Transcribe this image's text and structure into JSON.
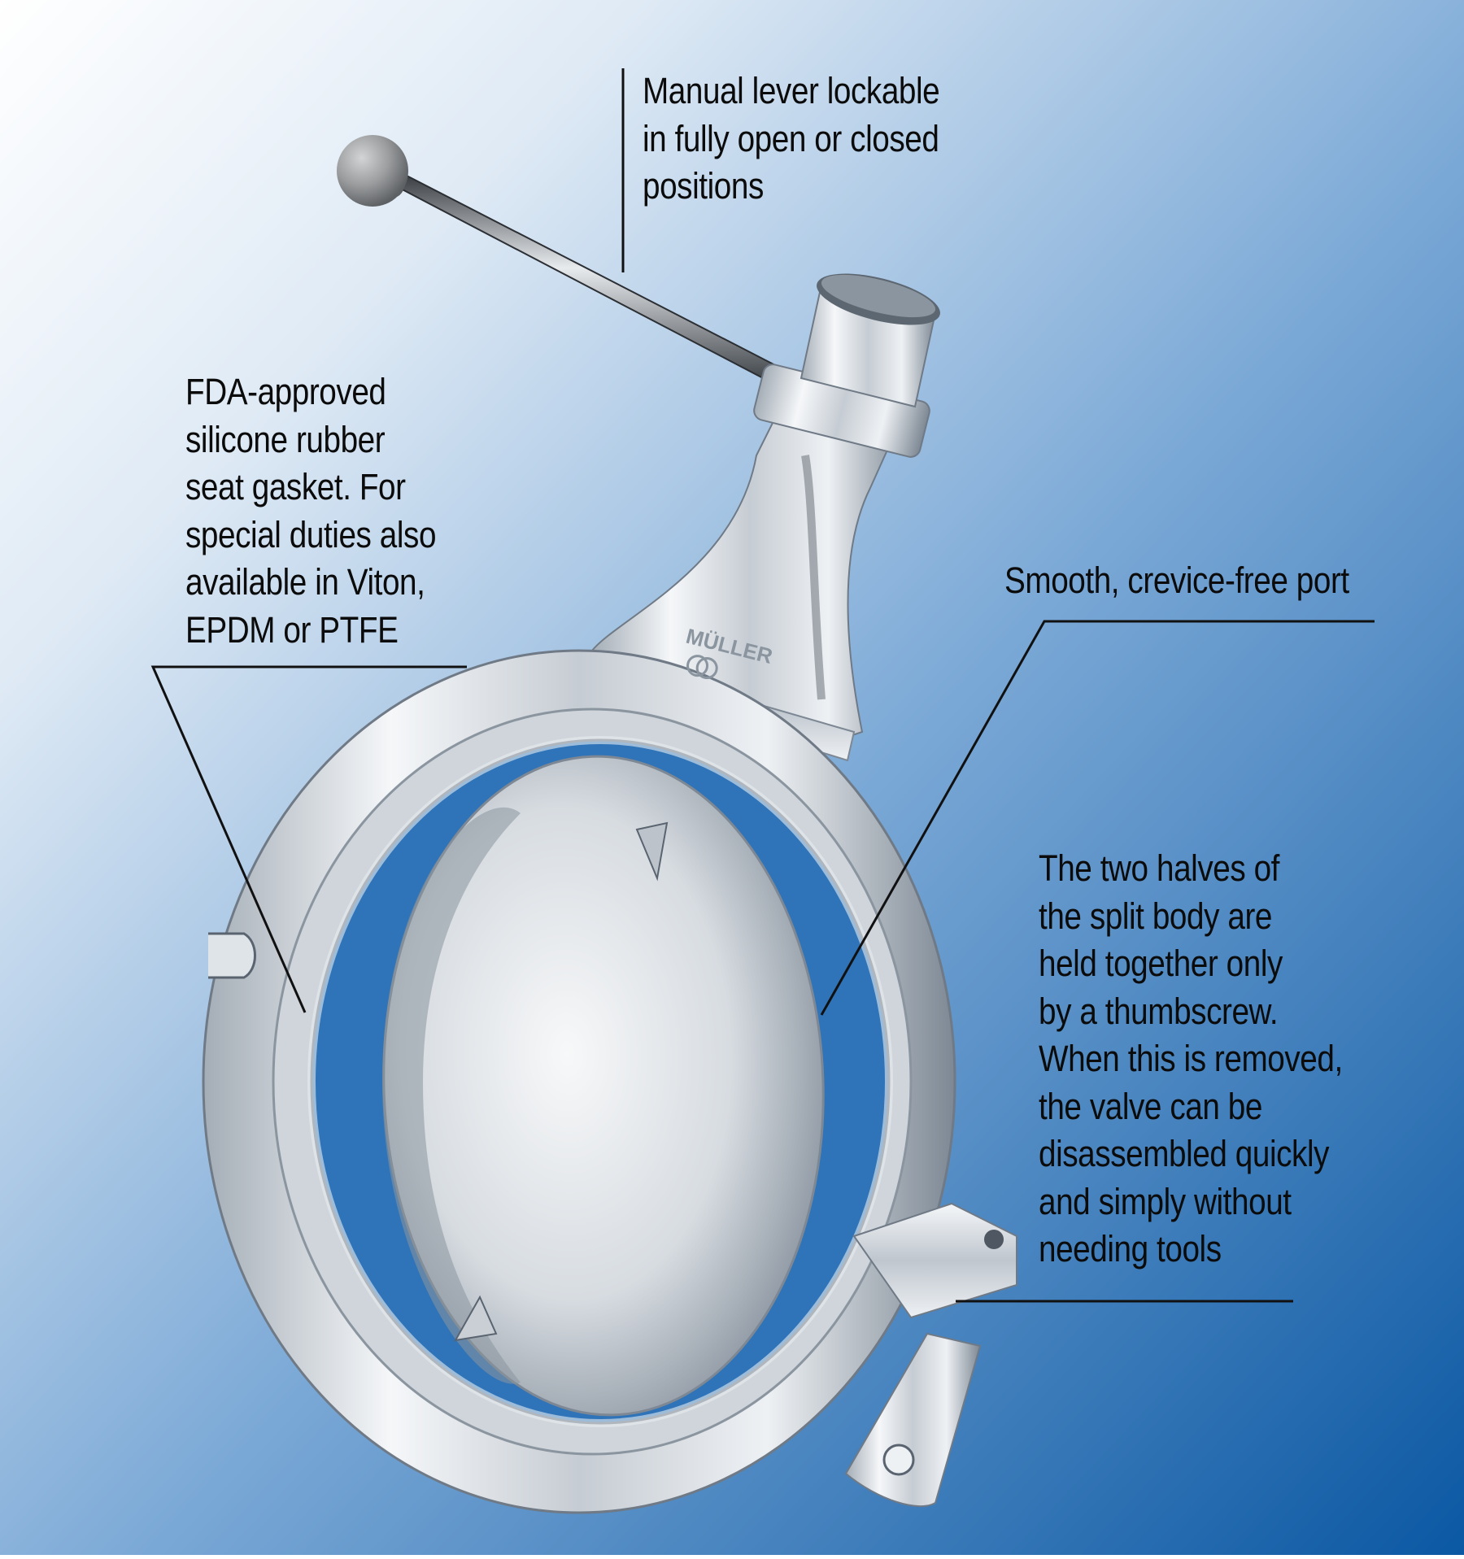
{
  "callouts": {
    "lever": {
      "lines": [
        "Manual lever lockable",
        "in fully open or closed",
        "positions"
      ]
    },
    "gasket": {
      "lines": [
        "FDA-approved",
        "silicone rubber",
        "seat gasket. For",
        "special duties also",
        "available in Viton,",
        "EPDM or PTFE"
      ]
    },
    "port": {
      "lines": [
        "Smooth, crevice-free port"
      ]
    },
    "body": {
      "lines": [
        "The two halves of",
        "the split body are",
        "held together only",
        "by a thumbscrew.",
        "When this is removed,",
        "the valve can be",
        "disassembled quickly",
        "and simply without",
        "needing tools"
      ]
    }
  },
  "brand": {
    "logo_text": "MÜLLER"
  },
  "colors": {
    "background_light": "#ffffff",
    "background_dark": "#0b58a3",
    "steel_light": "#f4f6f8",
    "steel_dark": "#6f7a86",
    "leader_line": "#111111",
    "knob": "#9a9c9e"
  }
}
